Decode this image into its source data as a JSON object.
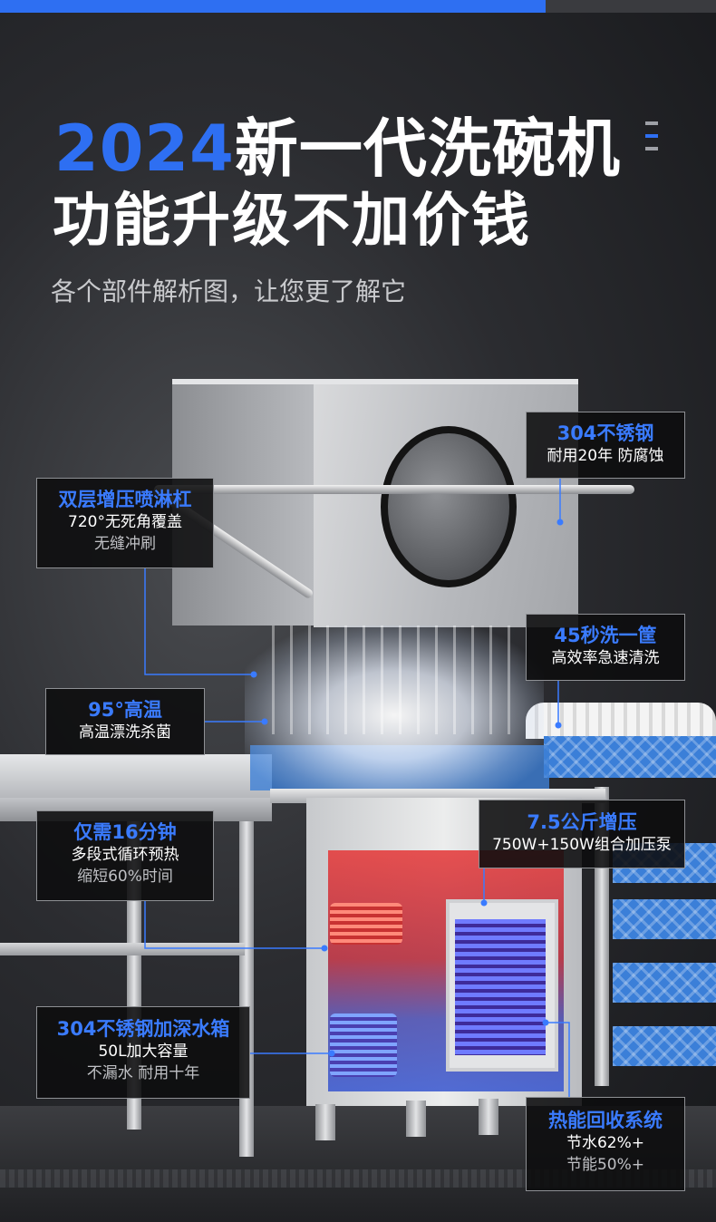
{
  "header": {
    "title_year": "2024",
    "title_rest": "新一代洗碗机",
    "title_line2": "功能升级不加价钱",
    "subtitle": "各个部件解析图，让您更了解它"
  },
  "colors": {
    "accent": "#2e6ff2",
    "callout_bg": "#0c0c0e",
    "callout_title": "#3a7bff"
  },
  "callouts": {
    "steel": {
      "title": "304不锈钢",
      "line1": "耐用20年 防腐蚀"
    },
    "spray_arm": {
      "title": "双层增压喷淋杠",
      "line1": "720°无死角覆盖",
      "line2": "无缝冲刷"
    },
    "speed": {
      "title": "45秒洗一筐",
      "line1": "高效率急速清洗"
    },
    "temp": {
      "title": "95°高温",
      "line1": "高温漂洗杀菌"
    },
    "pump": {
      "title": "7.5公斤增压",
      "line1": "750W+150W组合加压泵"
    },
    "preheat": {
      "title": "仅需16分钟",
      "line1": "多段式循环预热",
      "line2": "缩短60%时间"
    },
    "tank": {
      "title": "304不锈钢加深水箱",
      "line1": "50L加大容量",
      "line2": "不漏水 耐用十年"
    },
    "heat_recovery": {
      "title": "热能回收系统",
      "line1": "节水62%+",
      "line2": "节能50%+"
    }
  }
}
